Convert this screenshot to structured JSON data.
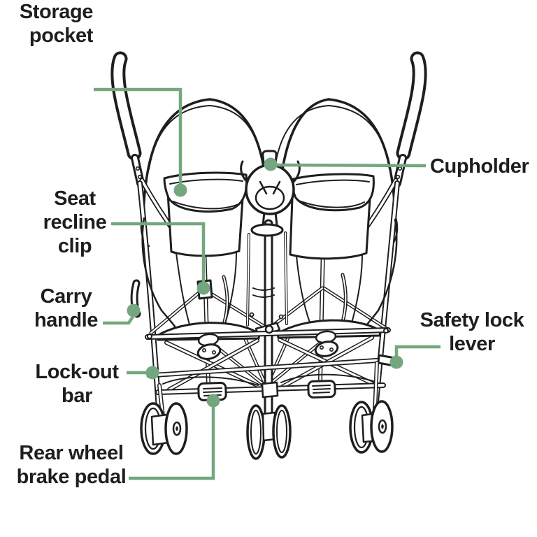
{
  "diagram": {
    "subject": "Double umbrella stroller parts diagram (rear view)",
    "colors": {
      "leader": "#74a77f",
      "ink": "#1e1e1e",
      "background": "#ffffff"
    },
    "labels": [
      {
        "part": "storage-pocket",
        "lines": [
          "Storage",
          "pocket"
        ]
      },
      {
        "part": "cupholder",
        "lines": [
          "Cupholder"
        ]
      },
      {
        "part": "seat-recline-clip",
        "lines": [
          "Seat",
          "recline",
          "clip"
        ]
      },
      {
        "part": "carry-handle",
        "lines": [
          "Carry",
          "handle"
        ]
      },
      {
        "part": "safety-lock-lever",
        "lines": [
          "Safety lock",
          "lever"
        ]
      },
      {
        "part": "lock-out-bar",
        "lines": [
          "Lock-out",
          "bar"
        ]
      },
      {
        "part": "rear-wheel-brake-pedal",
        "lines": [
          "Rear wheel",
          "brake pedal"
        ]
      }
    ]
  }
}
